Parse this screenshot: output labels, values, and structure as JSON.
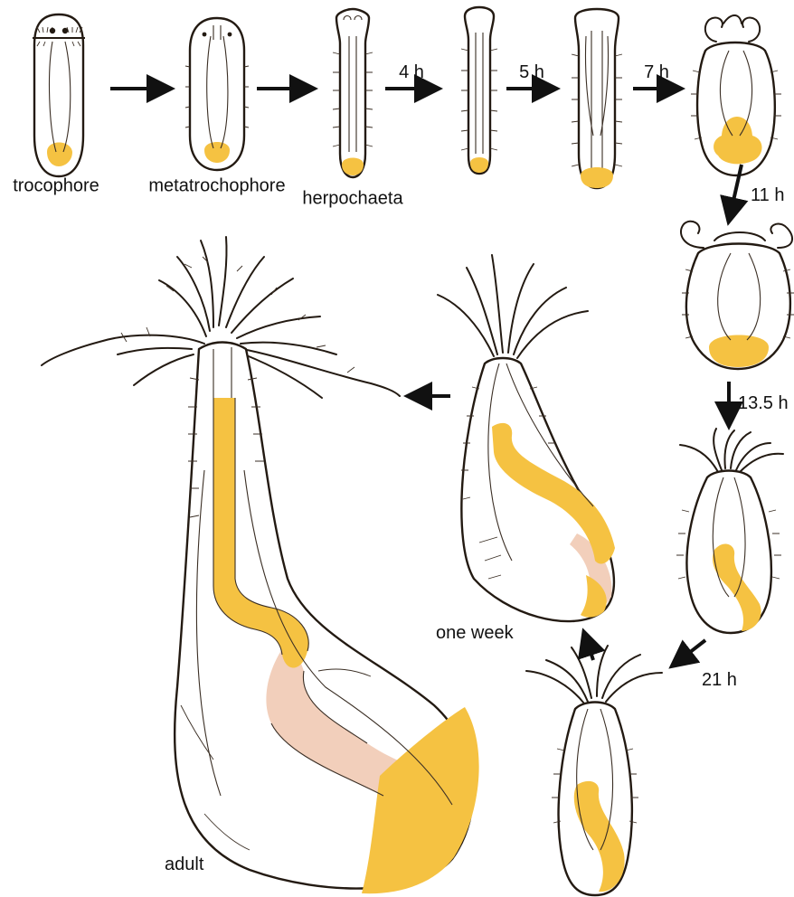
{
  "figure": {
    "colors": {
      "outline": "#231a12",
      "gut_yellow": "#f5c242",
      "gut_pink": "#f2cfbb",
      "arrow": "#111111",
      "background": "#ffffff"
    },
    "stages": [
      {
        "id": "trocophore",
        "label": "trocophore"
      },
      {
        "id": "metatrochophore",
        "label": "metatrochophore"
      },
      {
        "id": "herpochaeta",
        "label": "herpochaeta"
      },
      {
        "id": "stage-4h",
        "label": ""
      },
      {
        "id": "stage-5h",
        "label": ""
      },
      {
        "id": "stage-7h",
        "label": ""
      },
      {
        "id": "stage-11h",
        "label": ""
      },
      {
        "id": "stage-13-5h",
        "label": ""
      },
      {
        "id": "stage-21h",
        "label": ""
      },
      {
        "id": "stage-one-week",
        "label": "one week"
      },
      {
        "id": "adult",
        "label": "adult"
      }
    ],
    "time_labels": [
      "4 h",
      "5 h",
      "7 h",
      "11 h",
      "13.5 h",
      "21 h"
    ]
  }
}
